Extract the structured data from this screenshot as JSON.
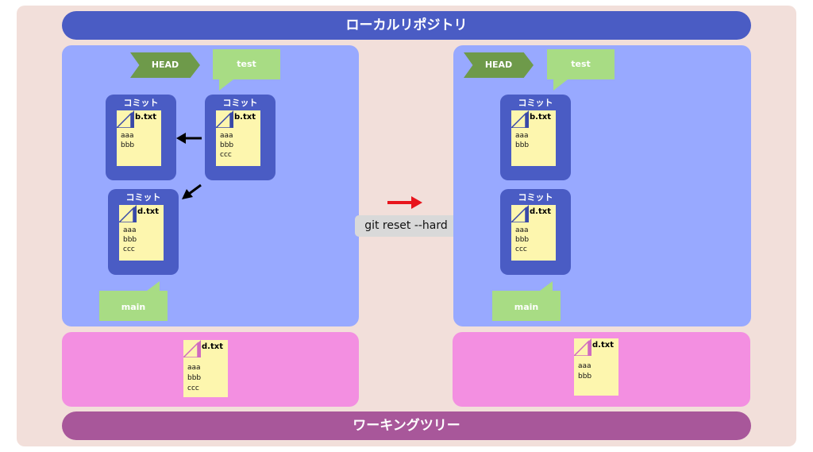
{
  "local_repo_label": "ローカルリポジトリ",
  "working_tree_label": "ワーキングツリー",
  "command": "git reset --hard",
  "left": {
    "head": "HEAD",
    "test_branch": "test",
    "main_branch": "main",
    "commit_top_left": {
      "title": "コミット",
      "file": "b.txt",
      "lines": [
        "aaa",
        "bbb"
      ]
    },
    "commit_top_right": {
      "title": "コミット",
      "file": "b.txt",
      "lines": [
        "aaa",
        "bbb",
        "ccc"
      ]
    },
    "commit_bottom": {
      "title": "コミット",
      "file": "d.txt",
      "lines": [
        "aaa",
        "bbb",
        "ccc"
      ]
    },
    "worktree_file": {
      "file": "d.txt",
      "lines": [
        "aaa",
        "bbb",
        "ccc"
      ]
    }
  },
  "right": {
    "head": "HEAD",
    "test_branch": "test",
    "main_branch": "main",
    "commit_top": {
      "title": "コミット",
      "file": "b.txt",
      "lines": [
        "aaa",
        "bbb"
      ]
    },
    "commit_bottom": {
      "title": "コミット",
      "file": "d.txt",
      "lines": [
        "aaa",
        "bbb",
        "ccc"
      ]
    },
    "worktree_file": {
      "file": "d.txt",
      "lines": [
        "aaa",
        "bbb"
      ]
    }
  },
  "colors": {
    "repo_bg": "#98a9ff",
    "commit_bg": "#4a5cc4",
    "worktree_bg": "#f38fe1",
    "file_bg": "#fdf6ae",
    "head_tag": "#6e9a4a",
    "branch_tag": "#a8dc84",
    "reset_arrow": "#e8141c"
  }
}
